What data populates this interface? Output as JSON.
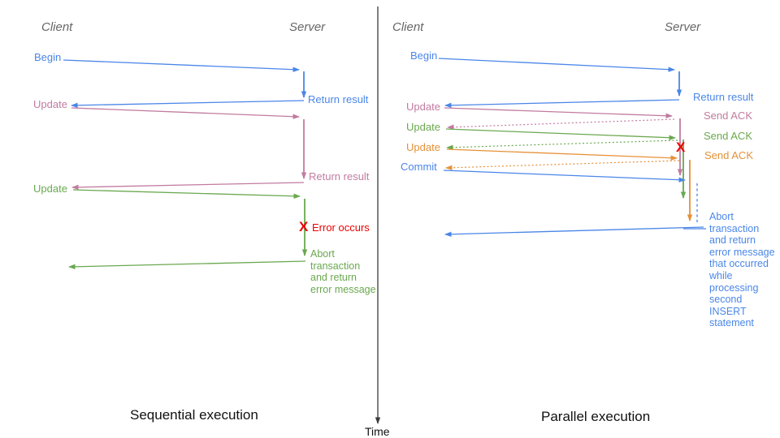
{
  "colors": {
    "blue": "#4a86e8",
    "pink": "#c27ba0",
    "green": "#6aa84f",
    "orange": "#e69138",
    "red": "#ee0000",
    "header_gray": "#666666",
    "axis": "#3b3b3b",
    "title_black": "#111111"
  },
  "time_axis": {
    "label": "Time"
  },
  "left_panel": {
    "title": "Sequential execution",
    "client_header": "Client",
    "server_header": "Server",
    "begin_label": "Begin",
    "return_result_1": "Return result",
    "update_1": "Update",
    "return_result_2": "Return result",
    "update_2": "Update",
    "error_x": "X",
    "error_label": "Error occurs",
    "abort_label": "Abort\ntransaction\nand return\nerror message"
  },
  "right_panel": {
    "title": "Parallel execution",
    "client_header": "Client",
    "server_header": "Server",
    "begin_label": "Begin",
    "return_result": "Return result",
    "update_1": "Update",
    "send_ack_1": "Send ACK",
    "update_2": "Update",
    "send_ack_2": "Send ACK",
    "update_3": "Update",
    "send_ack_3": "Send ACK",
    "commit_label": "Commit",
    "error_x": "X",
    "abort_label": "Abort\ntransaction\nand return\nerror message\nthat occurred\nwhile\nprocessing\nsecond\nINSERT\nstatement"
  }
}
